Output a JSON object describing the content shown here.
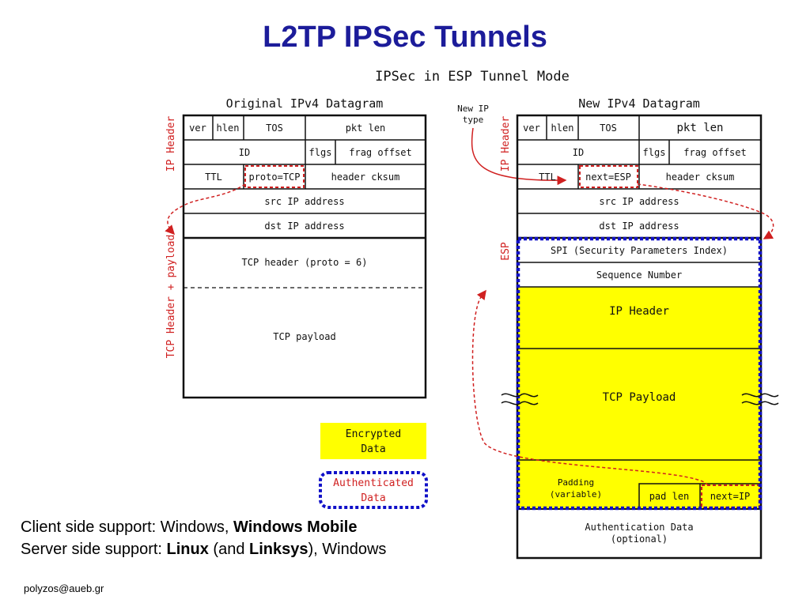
{
  "title": "L2TP IPSec Tunnels",
  "diagram": {
    "heading": "IPSec in ESP Tunnel Mode",
    "original": {
      "caption": "Original IPv4 Datagram",
      "side_label_ip": "IP Header",
      "side_label_payload": "TCP Header + payload",
      "ver": "ver",
      "hlen": "hlen",
      "tos": "TOS",
      "pktlen": "pkt len",
      "id": "ID",
      "flgs": "flgs",
      "frag": "frag offset",
      "ttl": "TTL",
      "proto": "proto=TCP",
      "cksum": "header cksum",
      "src": "src IP address",
      "dst": "dst IP address",
      "tcp_header": "TCP header (proto = 6)",
      "tcp_payload": "TCP payload"
    },
    "new": {
      "caption": "New IPv4 Datagram",
      "note_line1": "New IP",
      "note_line2": "type",
      "side_label_ip": "IP Header",
      "side_label_esp": "ESP",
      "ver": "ver",
      "hlen": "hlen",
      "tos": "TOS",
      "pktlen": "pkt len",
      "id": "ID",
      "flgs": "flgs",
      "frag": "frag offset",
      "ttl": "TTL",
      "next": "next=ESP",
      "cksum": "header cksum",
      "src": "src IP address",
      "dst": "dst IP address",
      "spi": "SPI (Security Parameters Index)",
      "seq": "Sequence Number",
      "ip_header": "IP Header",
      "tcp_payload": "TCP Payload",
      "padding_line1": "Padding",
      "padding_line2": "(variable)",
      "padlen": "pad len",
      "nextip": "next=IP",
      "auth_line1": "Authentication Data",
      "auth_line2": "(optional)"
    },
    "legend": {
      "enc_line1": "Encrypted",
      "enc_line2": "Data",
      "auth_line1": "Authenticated",
      "auth_line2": "Data"
    },
    "colors": {
      "encrypted": "#ffff00",
      "authenticated_border": "#1010c8",
      "red": "#d02020",
      "title": "#1c1c9a"
    }
  },
  "support": {
    "client_prefix": "Client side support: Windows, ",
    "client_bold": "Windows Mobile",
    "server_prefix": "Server side support: ",
    "server_bold1": "Linux",
    "server_mid": " (and ",
    "server_bold2": "Linksys",
    "server_suffix": "), Windows"
  },
  "footer": "polyzos@aueb.gr"
}
